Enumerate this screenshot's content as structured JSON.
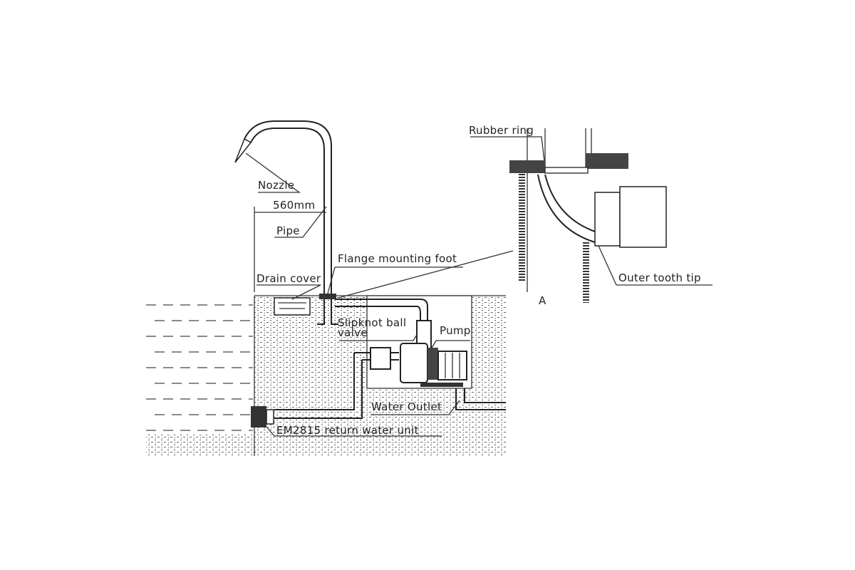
{
  "diagram": {
    "labels": {
      "nozzle": "Nozzle",
      "dimension": "560mm",
      "pipe": "Pipe",
      "flange": "Flange mounting foot",
      "drain_cover": "Drain cover",
      "valve_line1": "Slipknot ball",
      "valve_line2": "valve",
      "pump": "Pump",
      "water_outlet": "Water Outlet",
      "return_unit": "EM2815 return water unit",
      "rubber_ring": "Rubber ring",
      "outer_tooth": "Outer tooth tip",
      "detail_mark": "A"
    },
    "colors": {
      "line": "#222222",
      "stipple": "#555555",
      "background": "#ffffff"
    }
  }
}
